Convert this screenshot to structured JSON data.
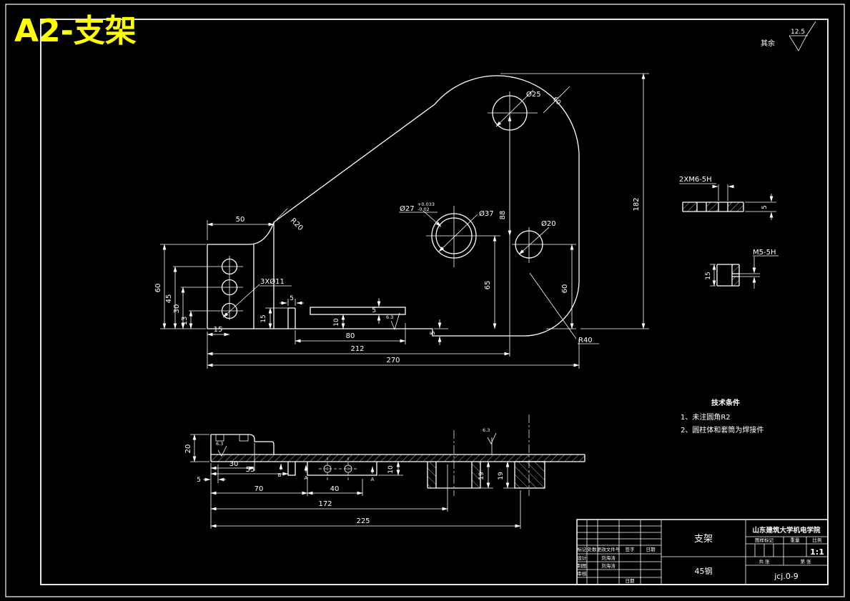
{
  "sheet": {
    "title": "A2-支架"
  },
  "surface_note": {
    "prefix": "其余",
    "value": "12.5"
  },
  "tech_notes": {
    "heading": "技术条件",
    "item1": "1、未注圆角R2",
    "item2": "2、圆柱体和套筒为焊接件"
  },
  "main_view": {
    "d25": "Ø25",
    "r60": "60",
    "d37": "Ø37",
    "d27": "Ø27",
    "d27_up": "+0.033",
    "d27_dn": "-0.02",
    "d20": "Ø20",
    "r40": "R40",
    "r20": "R20",
    "holes": "3XØ11",
    "v88": "88",
    "v65": "65",
    "v182": "182",
    "v60r": "60",
    "v60": "60",
    "v45": "45",
    "v30": "30",
    "v13": "13",
    "v15": "15",
    "v50": "50",
    "s5a": "5",
    "v15b": "15",
    "v10": "10",
    "s5b": "5",
    "s5c": "5",
    "v80": "80",
    "v212": "212",
    "v270": "270",
    "rough": "6.3"
  },
  "section_view": {
    "v20": "20",
    "v5": "5",
    "v30": "30",
    "v55": "55",
    "v70": "70",
    "v40": "40",
    "v172": "172",
    "v225": "225",
    "v10": "10",
    "v19a": "19",
    "v19b": "19",
    "rough1": "6.3",
    "rough2": "6.3",
    "datum_b": "B",
    "datum_a1": "A",
    "datum_a2": "A"
  },
  "details": {
    "m6_label": "2XM6-5H",
    "m6_dim": "5",
    "m5_label": "M5-5H",
    "m5_dim": "15"
  },
  "title_block": {
    "part_name": "支架",
    "material": "45钢",
    "company": "山东建筑大学机电学院",
    "scale_value": "1:1",
    "drawing_no": "jcj.0-9",
    "h_mark": "图样标记",
    "h_weight": "重量",
    "h_scale": "比例",
    "h_sheets": "共  张",
    "h_sheet_no": "第  张",
    "l_mark": "标记",
    "l_count": "处数",
    "l_file": "更改文件号",
    "l_sign": "签字",
    "l_date": "日期",
    "r_design": "设计",
    "r_design_name": "刘海涛",
    "r_draft": "制图",
    "r_draft_name": "刘海涛",
    "r_check": "审核",
    "r_date": "日期"
  }
}
